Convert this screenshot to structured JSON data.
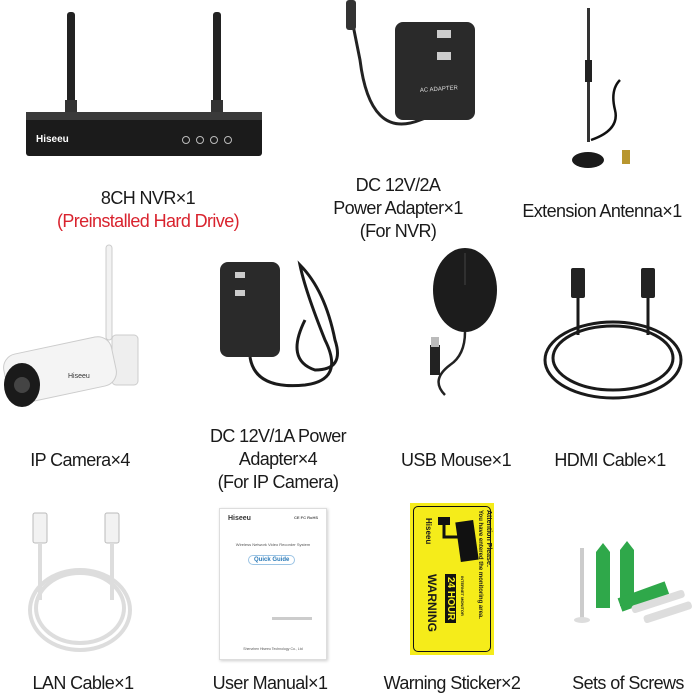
{
  "brand": "Hiseeu",
  "items": [
    {
      "name": "nvr",
      "lines": [
        "8CH NVR×1",
        "(Preinstalled Hard Drive)"
      ]
    },
    {
      "name": "nvr-power-adapter",
      "lines": [
        "DC 12V/2A",
        "Power Adapter×1",
        "(For NVR)"
      ]
    },
    {
      "name": "extension-antenna",
      "lines": [
        "Extension Antenna×1"
      ]
    },
    {
      "name": "ip-camera",
      "lines": [
        "IP Camera×4"
      ]
    },
    {
      "name": "camera-power-adapter",
      "lines": [
        "DC 12V/1A Power",
        "Adapter×4",
        "(For IP Camera)"
      ]
    },
    {
      "name": "usb-mouse",
      "lines": [
        "USB Mouse×1"
      ]
    },
    {
      "name": "hdmi-cable",
      "lines": [
        "HDMI Cable×1"
      ]
    },
    {
      "name": "lan-cable",
      "lines": [
        "LAN Cable×1"
      ]
    },
    {
      "name": "user-manual",
      "lines": [
        "User Manual×1"
      ]
    },
    {
      "name": "warning-sticker",
      "lines": [
        "Warning Sticker×2"
      ]
    },
    {
      "name": "screws",
      "lines": [
        "Sets of Screws"
      ]
    }
  ],
  "manual": {
    "certs": "CE FC RoHS",
    "title": "Wireless Network Video Recorder System",
    "button": "Quick Guide",
    "footer": "Shenzhen Hiseeu Technology Co., Ltd"
  },
  "sticker": {
    "attention": "Attention Please:",
    "notice": "You have entered the monitoring area.",
    "warning": "WARNING",
    "hours": "24 HOUR",
    "monitor": "INTERNET MONITOR"
  },
  "adapter_label": "AC ADAPTER",
  "colors": {
    "accent_red": "#d9232e",
    "sticker_yellow": "#f5ec1a",
    "screw_green": "#2fa84a"
  }
}
